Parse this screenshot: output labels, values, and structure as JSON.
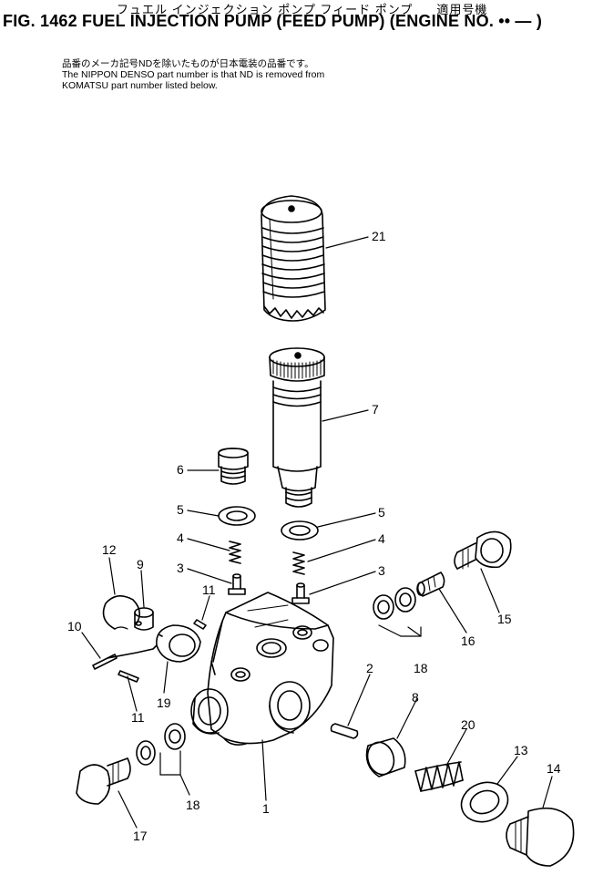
{
  "header": {
    "japanese_title": "フュエル インジェクション ポンプ フィード ポンプ",
    "japanese_applicability": "適用号機",
    "title": "FIG. 1462  FUEL INJECTION PUMP (FEED PUMP) (ENGINE NO.  •• — )"
  },
  "note": {
    "line1": "品番のメーカ記号NDを除いたものが日本電装の品番です。",
    "line2": "The NIPPON DENSO part number is that ND is removed from",
    "line3": "KOMATSU part number listed below."
  },
  "callouts": {
    "c21": "21",
    "c7": "7",
    "c6": "6",
    "c5a": "5",
    "c5b": "5",
    "c4a": "4",
    "c4b": "4",
    "c3a": "3",
    "c3b": "3",
    "c12": "12",
    "c9": "9",
    "c11a": "11",
    "c10": "10",
    "c19": "19",
    "c11b": "11",
    "c15": "15",
    "c16": "16",
    "c18a": "18",
    "c2": "2",
    "c8": "8",
    "c20": "20",
    "c13": "13",
    "c14": "14",
    "c18b": "18",
    "c17": "17",
    "c1": "1"
  }
}
